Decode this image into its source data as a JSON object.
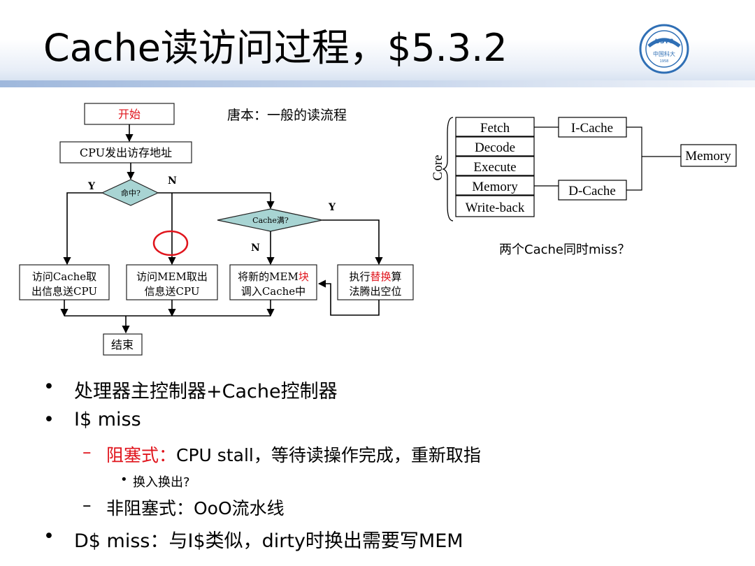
{
  "slide": {
    "title": "Cache读访问过程，$5.3.2",
    "logo": {
      "icon": "ustc-logo-icon",
      "text_top": "USTC",
      "text_bottom": "中国科大",
      "year": "1958",
      "color": "#2f6fb5"
    }
  },
  "flowchart": {
    "note": "唐本：一般的读流程",
    "start": "开始",
    "cpu_addr": "CPU发出访存地址",
    "hit_q": "命中?",
    "yes": "Y",
    "no": "N",
    "full_q": "Cache满?",
    "yes2": "Y",
    "no2": "N",
    "box1_l1": "访问Cache取",
    "box1_l2": "出信息送CPU",
    "box2_l1": "访问MEM取出",
    "box2_l2": "信息送CPU",
    "box3_l1a": "将新的MEM",
    "box3_l1b": "块",
    "box3_l2": "调入Cache中",
    "box4_l1a": "执行",
    "box4_l1b": "替换",
    "box4_l1c": "算",
    "box4_l2": "法腾出空位",
    "end": "结束",
    "colors": {
      "diamond": "#a8d4d3",
      "highlight": "#e0141c"
    }
  },
  "pipeline": {
    "core_label": "Core",
    "stages": [
      "Fetch",
      "Decode",
      "Execute",
      "Memory",
      "Write-back"
    ],
    "icache": "I-Cache",
    "dcache": "D-Cache",
    "memory": "Memory",
    "caption": "两个Cache同时miss？"
  },
  "bullets": {
    "b1": "处理器主控制器+Cache控制器",
    "b2": "I$ miss",
    "b2_sub1_prefix": "阻塞式：",
    "b2_sub1_rest": "CPU stall，等待读操作完成，重新取指",
    "b2_sub1_sub": "换入换出?",
    "b2_sub2": "非阻塞式：OoO流水线",
    "b3": "D$ miss：与I$类似，dirty时换出需要写MEM",
    "bullet_char": "•",
    "dash_char": "–",
    "small_bullet_char": "•"
  }
}
